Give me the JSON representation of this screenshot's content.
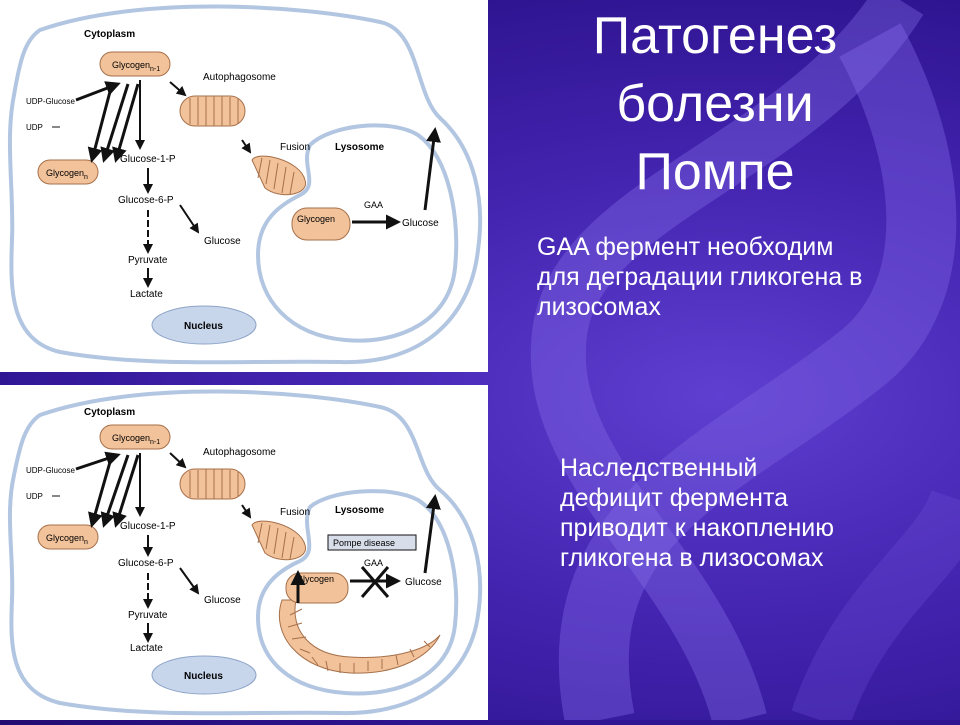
{
  "slide": {
    "title_lines": [
      "Патогенез",
      "болезни",
      "Помпе"
    ],
    "text1": "GAA фермент необходим для деградации гликогена в лизосомах",
    "text2": "Наследственный дефицит фермента приводит к накоплению гликогена в лизосомах"
  },
  "diagram": {
    "cytoplasm": "Cytoplasm",
    "glycogen_top": "Glycogen",
    "glycogen_top_sub": "n-1",
    "autophagosome": "Autophagosome",
    "udp_glucose": "UDP-Glucose",
    "udp": "UDP",
    "glycogen_n": "Glycogen",
    "glycogen_n_sub": "n",
    "glucose_1p": "Glucose-1-P",
    "glucose_6p": "Glucose-6-P",
    "glucose": "Glucose",
    "pyruvate": "Pyruvate",
    "lactate": "Lactate",
    "nucleus": "Nucleus",
    "fusion": "Fusion",
    "lysosome": "Lysosome",
    "lyso_glycogen": "Glycogen",
    "gaa": "GAA",
    "lyso_glucose": "Glucose",
    "pompe_disease": "Pompe disease"
  },
  "colors": {
    "membrane": "#b2c6e2",
    "granule": "#f2c29a",
    "granule_stroke": "#a6704a",
    "nucleus": "#c8d6ec"
  }
}
